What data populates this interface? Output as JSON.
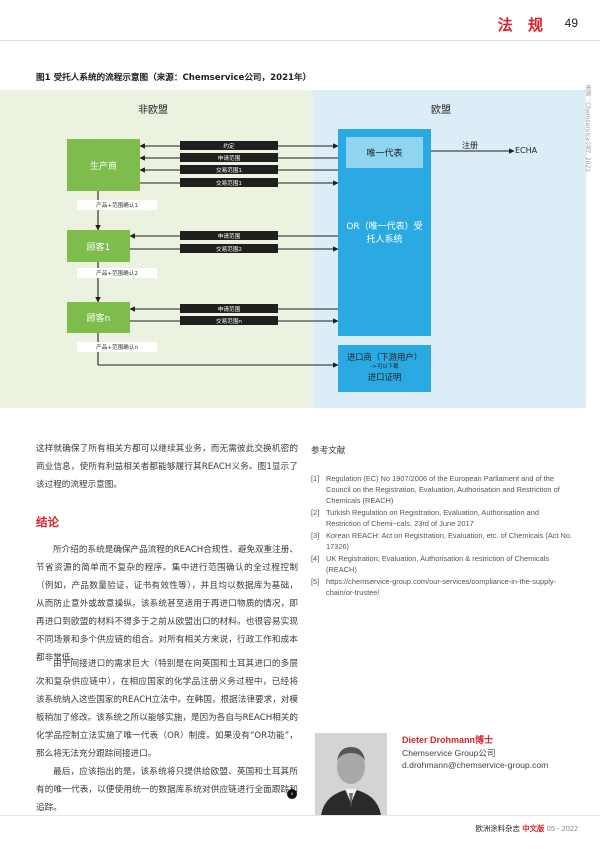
{
  "header": {
    "section_title": "法 规",
    "page_number": "49"
  },
  "figure": {
    "caption": "图1 受托人系统的流程示意图（来源：Chemservice公司，2021年）",
    "source_side": "来源：Chemservice公司, 2021",
    "region_non_eu": "非欧盟",
    "region_eu": "欧盟",
    "producer": "生产商",
    "customer1": "顾客1",
    "customer_n": "顾客n",
    "only_rep": "唯一代表",
    "or_system": "OR（唯一代表）受托人系统",
    "register": "注册",
    "echa": "ECHA",
    "importer": "进口商（下游用户）",
    "importer_note": "->可以下载",
    "import_proof": "进口证明",
    "contract": "约定",
    "request_scope": "申请范围",
    "trade_scope_1": "交易范围1",
    "trade_scope_2": "交易范围2",
    "trade_scope_n": "交易范围n",
    "product_confirm_1": "产品+范围确认1",
    "product_confirm_2": "产品+范围确认2",
    "product_confirm_n": "产品+范围确认n"
  },
  "left_column": {
    "intro": "这样就确保了所有相关方都可以继续其业务，而无需彼此交换机密的商业信息，使所有利益相关者都能够履行其REACH义务。图1显示了该过程的流程示意图。",
    "conclusion_heading": "结论",
    "conclusion_p1": "所介绍的系统是确保产品流程的REACH合规性、避免双重注册、节省资源的简单而不复杂的程序。集中进行范围确认的全过程控制（例如，产品数量验证，证书有效性等），并且均以数据库为基础，从而防止意外或故意操纵。该系统甚至适用于再进口物质的情况，即再进口到欧盟的材料不得多于之前从欧盟出口的材料。也很容易实现不同场景和多个供应链的组合。对所有相关方来说，行政工作和成本都非常低。",
    "conclusion_p2": "由于间接进口的需求巨大（特别是在向英国和土耳其进口的多层次和复杂供应链中），在相应国家的化学品注册义务过程中，已经将该系统纳入这些国家的REACH立法中。在韩国，根据法律要求，对模板稍加了修改。该系统之所以能够实施，是因为各自与REACH相关的化学品控制立法实施了唯一代表（OR）制度。如果没有“OR功能”，那么将无法充分跟踪间接进口。",
    "conclusion_p3": "最后，应该指出的是，该系统将只提供给欧盟、英国和土耳其所有的唯一代表，以便使用统一的数据库系统对供应链进行全面跟踪和追踪。"
  },
  "references": {
    "title": "参考文献",
    "items": [
      {
        "num": "[1]",
        "text": "Regulation (EC) No 1907/2006 of the European Parliament and of the Council on the Registration, Evaluation, Authorisation and Restriction of Chemicals (REACH)"
      },
      {
        "num": "[2]",
        "text": "Turkish Regulation on Registration, Evaluation, Authorisation and Restriction of Chemi~cals, 23rd of June 2017"
      },
      {
        "num": "[3]",
        "text": "Korean REACH: Act on Registration, Evaluation, etc. of Chemicals (Act No. 17326)"
      },
      {
        "num": "[4]",
        "text": "UK Registration, Evaluation, Authorisation & restriction of Chemicals (REACH)"
      },
      {
        "num": "[5]",
        "text": "https://chemservice-group.com/our-services/compliance-in-the-supply-chain/or-trustee/"
      }
    ]
  },
  "author": {
    "name": "Dieter Drohmann博士",
    "company": "Chemservice Group公司",
    "email": "d.drohmann@chemservice-group.com"
  },
  "footer": {
    "magazine": "欧洲涂料杂志",
    "edition": "中文版",
    "issue": "05 - 2022"
  },
  "colors": {
    "accent_red": "#d8232a",
    "green_box": "#7ebc4c",
    "blue_box": "#2aa9e3",
    "light_blue_box": "#8fd4f1",
    "non_eu_bg": "#ebf2df",
    "eu_bg": "#dcedf7"
  },
  "icons": [
    "end-of-article-icon"
  ]
}
